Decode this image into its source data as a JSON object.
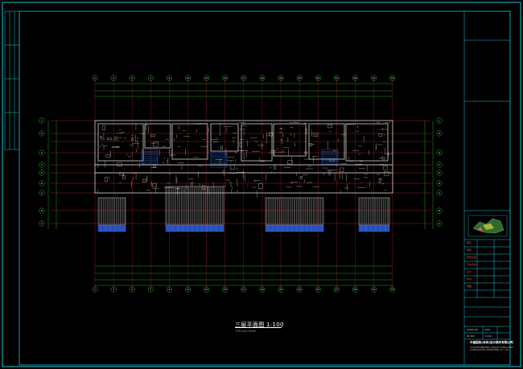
{
  "drawing": {
    "title": "三层平面图 1:100",
    "subtitle": "FFP2##.0##F"
  },
  "title_block": {
    "company_cn": "中建国际(深圳)设计顾问有限公司",
    "company_en": "CCDI ENGINEERING DESIGN CONSULTANT CORPORATION (SHENZHEN) CO., LTD.",
    "rows": [
      "审定",
      "审核",
      "项目负责",
      "专业负责",
      "设计",
      "校对",
      "制图"
    ],
    "values": [
      "20##.08",
      "A##",
      "S1 ##",
      "1:100"
    ]
  },
  "axis_labels": {
    "columns": [
      "1",
      "3",
      "5",
      "7",
      "9",
      "11",
      "13",
      "15",
      "17",
      "19",
      "21",
      "23",
      "25",
      "27",
      "29",
      "31",
      "33"
    ],
    "rows": [
      "A",
      "B",
      "C",
      "D",
      "E",
      "F",
      "G",
      "H",
      "J"
    ]
  },
  "colors": {
    "frame": "#18c5d6",
    "walls": "#e8e8e8",
    "grid": "#c82828",
    "dims": "#28c828",
    "stair": "#2a7fff",
    "hatch": "#d0d0d0"
  }
}
